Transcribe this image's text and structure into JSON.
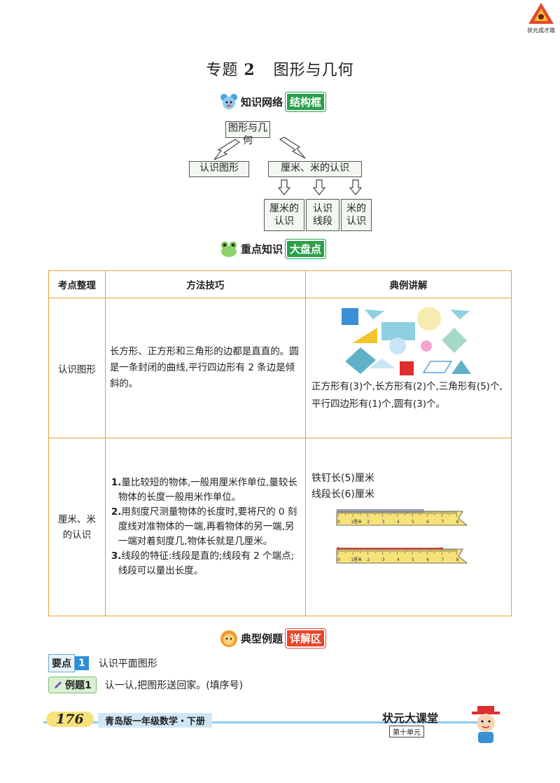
{
  "logo": {
    "text": "状元成才路"
  },
  "title": {
    "prefix": "专题",
    "number": "2",
    "main": "图形与几何"
  },
  "section1": {
    "label": "知识网络",
    "tag": "结构框"
  },
  "network": {
    "root": "图形与几何",
    "left": "认识图形",
    "right": "厘米、米的认识",
    "leaf1": [
      "厘米的",
      "认识"
    ],
    "leaf2": [
      "认识",
      "线段"
    ],
    "leaf3": [
      "米的",
      "认识"
    ]
  },
  "section2": {
    "label": "重点知识",
    "tag": "大盘点"
  },
  "table": {
    "headers": [
      "考点整理",
      "方法技巧",
      "典例讲解"
    ],
    "row1": {
      "topic": "认识图形",
      "method": "长方形、正方形和三角形的边都是直直的。圆是一条封闭的曲线,平行四边形有 2 条边是倾斜的。",
      "example": "正方形有(3)个,长方形有(2)个,三角形有(5)个,平行四边形有(1)个,圆有(3)个。"
    },
    "row2": {
      "topic_line1": "厘米、米",
      "topic_line2": "的认识",
      "method": [
        {
          "n": "1.",
          "text": "量比较短的物体,一般用厘米作单位,量较长物体的长度一般用米作单位。"
        },
        {
          "n": "2.",
          "text": "用刻度尺测量物体的长度时,要将尺的 0 刻度线对准物体的一端,再看物体的另一端,另一端对着刻度几,物体长就是几厘米。"
        },
        {
          "n": "3.",
          "text": "线段的特征:线段是直的;线段有 2 个端点;线段可以量出长度。"
        }
      ],
      "example_line1": "铁钉长(5)厘米",
      "example_line2": "线段长(6)厘米",
      "ruler_labels": [
        "0",
        "1厘米",
        "2",
        "3",
        "4",
        "5",
        "6",
        "7",
        "8"
      ]
    }
  },
  "section3": {
    "label": "典型例题",
    "tag": "详解区"
  },
  "yaodian": {
    "label": "要点",
    "num": "1",
    "text": "认识平面图形"
  },
  "example1": {
    "label": "例题1",
    "text": "认一认,把图形送回家。(填序号)"
  },
  "footer": {
    "page": "176",
    "book": "青岛版一年级数学・下册",
    "brand": "状元大课堂",
    "unit": "第十单元"
  },
  "colors": {
    "table_border": "#e0a33b",
    "green": "#2aa14a",
    "red": "#e8472d",
    "shape_blue": "#3a8fd6"
  }
}
